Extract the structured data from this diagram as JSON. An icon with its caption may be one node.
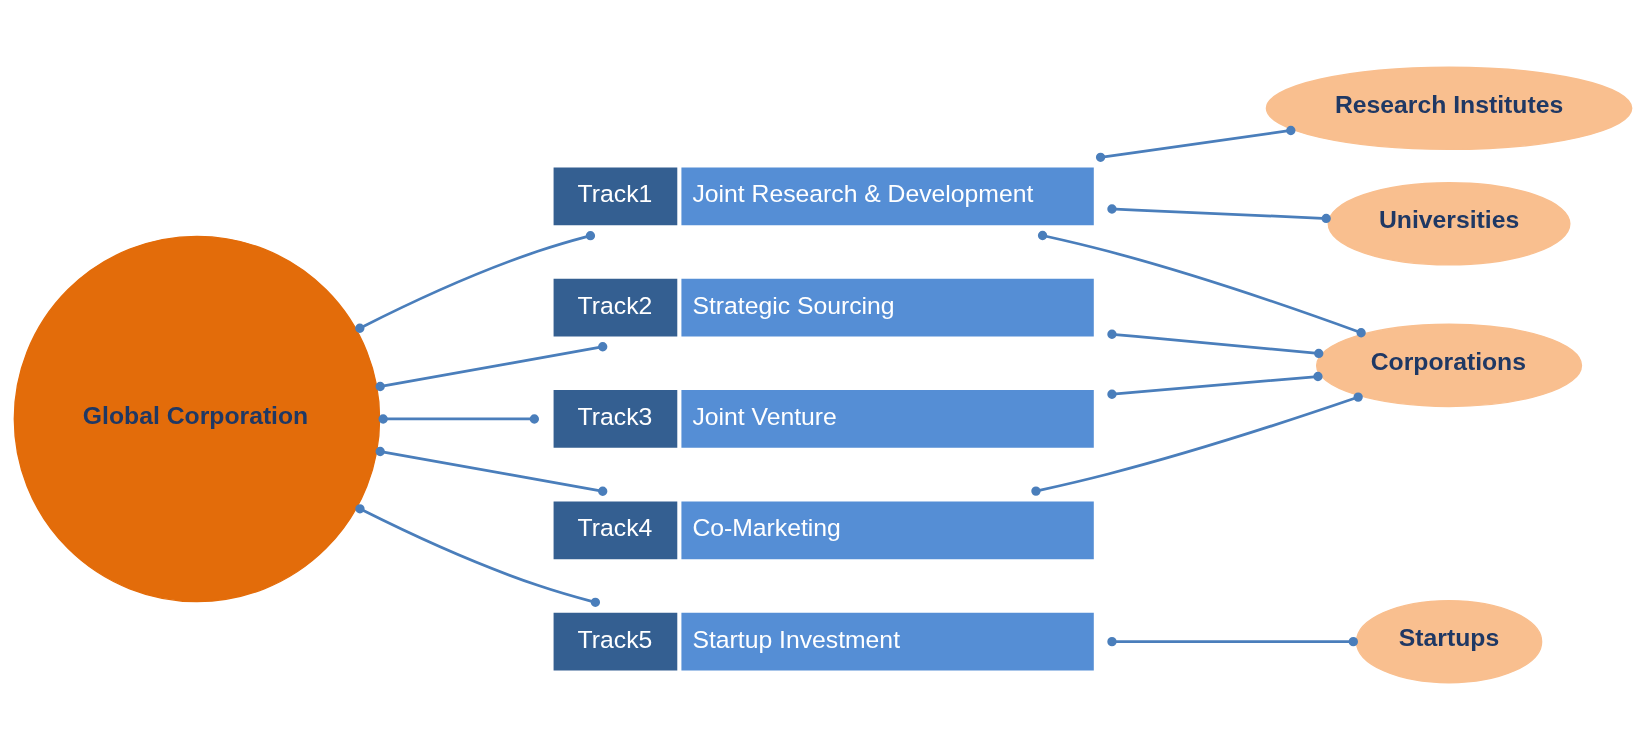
{
  "diagram": {
    "nodes": [
      {
        "text": [
          "Global Corporation"
        ]
      },
      {
        "text": [
          "Track1",
          "Joint Research & Development"
        ]
      },
      {
        "text": [
          "Track2",
          "Strategic Sourcing"
        ]
      },
      {
        "text": [
          "Track3",
          "Joint Venture"
        ]
      },
      {
        "text": [
          "Track4",
          "Co-Marketing"
        ]
      },
      {
        "text": [
          "Track5",
          "Startup Investment"
        ]
      },
      {
        "text": [
          "Corporations"
        ]
      },
      {
        "text": [
          "Research Institutes"
        ]
      },
      {
        "text": [
          "Universities"
        ]
      },
      {
        "text": [
          "Startups"
        ]
      }
    ],
    "edges": [
      {
        "from": 0,
        "to": 1,
        "arrow": "other"
      },
      {
        "from": 0,
        "to": 2,
        "arrow": "other"
      },
      {
        "from": 0,
        "to": 3,
        "arrow": "other"
      },
      {
        "from": 0,
        "to": 4,
        "arrow": "other"
      },
      {
        "from": 0,
        "to": 5,
        "arrow": "other"
      },
      {
        "from": 1,
        "to": 6,
        "arrow": "other"
      },
      {
        "from": 1,
        "to": 7,
        "arrow": "other"
      },
      {
        "from": 1,
        "to": 8,
        "arrow": "other"
      },
      {
        "from": 2,
        "to": 6,
        "arrow": "other"
      },
      {
        "from": 3,
        "to": 6,
        "arrow": "other"
      },
      {
        "from": 4,
        "to": 6,
        "arrow": "other"
      },
      {
        "from": 5,
        "to": 9,
        "arrow": "other"
      }
    ]
  }
}
